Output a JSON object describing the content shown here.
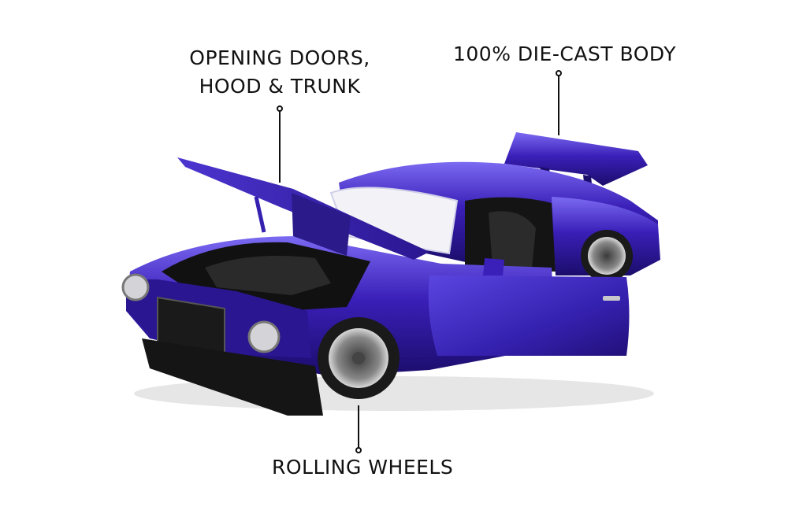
{
  "callouts": {
    "doors": {
      "line1": "OPENING DOORS,",
      "line2": "HOOD & TRUNK"
    },
    "body": {
      "text": "100% DIE-CAST BODY"
    },
    "wheels": {
      "text": "ROLLING WHEELS"
    }
  },
  "colors": {
    "body_purple": "#3a1fb8",
    "body_highlight": "#6f5cf0",
    "body_dark": "#1b0d6b",
    "chrome": "#c8c8cc",
    "tire": "#1a1a1a",
    "interior": "#141414",
    "text": "#111111"
  }
}
